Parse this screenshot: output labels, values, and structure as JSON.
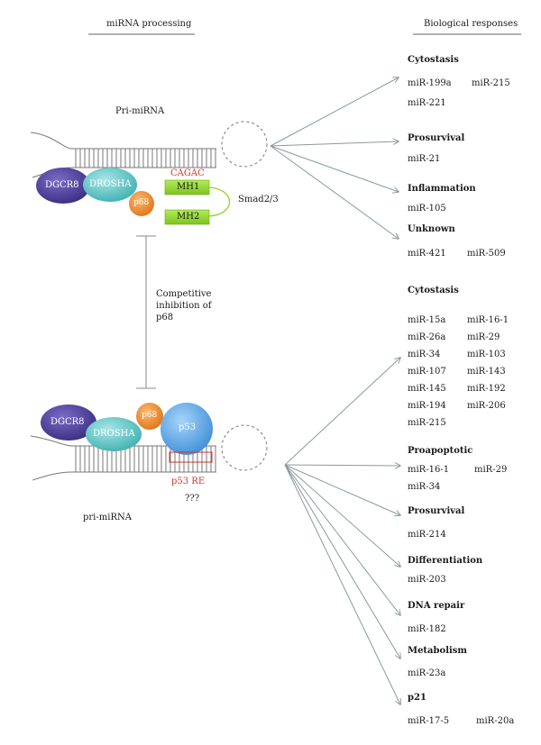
{
  "headers": {
    "left": "miRNA processing",
    "right": "Biological responses"
  },
  "top_complex": {
    "pri_label": "Pri-miRNA",
    "dgcr8": "DGCR8",
    "drosha": "DROSHA",
    "p68": "p68",
    "mh1": "MH1",
    "mh2": "MH2",
    "cagac": "CAGAC",
    "smad": "Smad2/3"
  },
  "inhibition_label": [
    "Competitive",
    "inhibition of",
    "p68"
  ],
  "bottom_complex": {
    "pri_label": "pri-miRNA",
    "dgcr8": "DGCR8",
    "drosha": "DROSHA",
    "p68": "p68",
    "p53": "p53",
    "p53re": "p53 RE",
    "unknown": "???"
  },
  "top_responses": [
    {
      "title": "Cytostasis",
      "mirs": [
        "miR-199a",
        "miR-215",
        "miR-221"
      ]
    },
    {
      "title": "Prosurvival",
      "mirs": [
        "miR-21"
      ]
    },
    {
      "title": "Inflammation",
      "mirs": [
        "miR-105"
      ]
    },
    {
      "title": "Unknown",
      "mirs": [
        "miR-421",
        "miR-509"
      ]
    }
  ],
  "bottom_responses": [
    {
      "title": "Cytostasis",
      "mirs": [
        "miR-15a",
        "miR-16-1",
        "miR-26a",
        "miR-29",
        "miR-34",
        "miR-103",
        "miR-107",
        "miR-143",
        "miR-145",
        "miR-192",
        "miR-194",
        "miR-206",
        "miR-215"
      ]
    },
    {
      "title": "Proapoptotic",
      "mirs": [
        "miR-16-1",
        "miR-29",
        "miR-34"
      ]
    },
    {
      "title": "Prosurvival",
      "mirs": [
        "miR-214"
      ]
    },
    {
      "title": "Differentiation",
      "mirs": [
        "miR-203"
      ]
    },
    {
      "title": "DNA repair",
      "mirs": [
        "miR-182"
      ]
    },
    {
      "title": "Metabolism",
      "mirs": [
        "miR-23a"
      ]
    },
    {
      "title": "p21",
      "mirs": [
        "miR-17-5",
        "miR-20a"
      ]
    }
  ],
  "colors": {
    "dgcr8": "#4a3a94",
    "drosha": "#5cc3c3",
    "p68": "#f08a2c",
    "p53": "#5aa6e6",
    "mh": "#8ed42c",
    "red": "#d0342c",
    "arrow": "#8a9a9a"
  }
}
